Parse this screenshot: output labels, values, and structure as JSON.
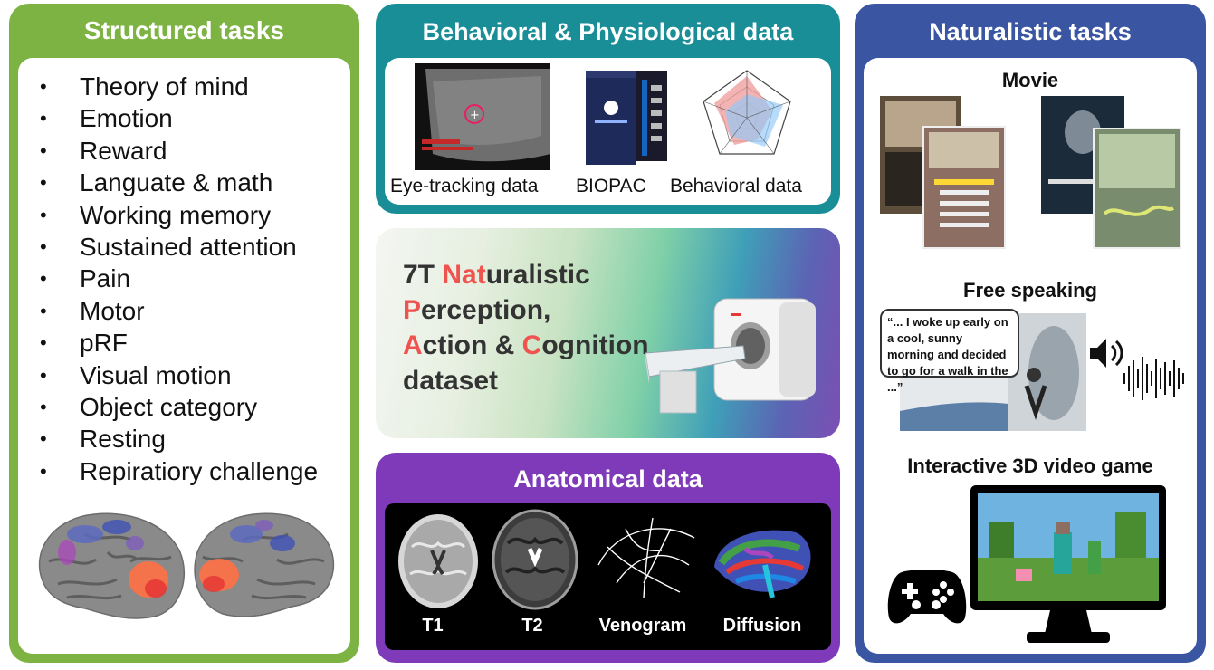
{
  "structured": {
    "title": "Structured tasks",
    "tasks": [
      "Theory of mind",
      "Emotion",
      "Reward",
      "Languate & math",
      "Working memory",
      "Sustained attention",
      "Pain",
      "Motor",
      "pRF",
      "Visual motion",
      "Object category",
      "Resting",
      "Repiratiory challenge"
    ]
  },
  "behavioral": {
    "title": "Behavioral & Physiological data",
    "items": [
      "Eye-tracking data",
      "BIOPAC",
      "Behavioral data"
    ]
  },
  "dataset": {
    "line1_hl": "7T ",
    "line1_red": "Nat",
    "line1_rest": "uralistic",
    "line2_red": "P",
    "line2_rest": "erception,",
    "line3_red": "A",
    "line3_mid": "ction & ",
    "line3_red2": "C",
    "line3_rest": "ognition",
    "line4": "dataset"
  },
  "anatomical": {
    "title": "Anatomical data",
    "items": [
      "T1",
      "T2",
      "Venogram",
      "Diffusion"
    ]
  },
  "naturalistic": {
    "title": "Naturalistic tasks",
    "movie": "Movie",
    "free_speaking": "Free speaking",
    "speech_quote": "“... I woke up early on a cool, sunny morning and decided to go for a walk in the ...”",
    "game": "Interactive 3D video game"
  },
  "colors": {
    "structured": "#7cb342",
    "behavioral": "#1a8e97",
    "anatomical": "#7e3ab8",
    "naturalistic": "#3a56a3",
    "highlight": "#ef5350"
  }
}
